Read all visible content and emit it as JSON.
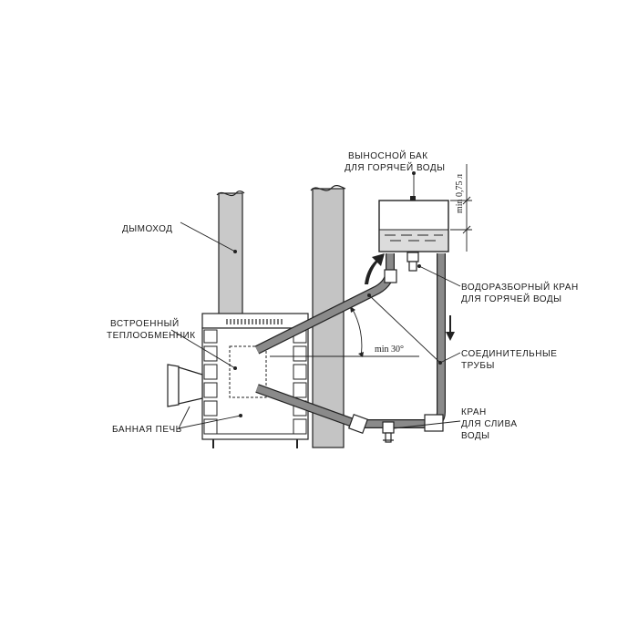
{
  "labels": {
    "tank": [
      "ВЫНОСНОЙ БАК",
      "ДЛЯ ГОРЯЧЕЙ ВОДЫ"
    ],
    "min_level": "min 0,75 л",
    "chimney": "ДЫМОХОД",
    "hot_tap": [
      "ВОДОРАЗБОРНЫЙ КРАН",
      "ДЛЯ ГОРЯЧЕЙ ВОДЫ"
    ],
    "heat_exchanger": [
      "ВСТРОЕННЫЙ",
      "ТЕПЛООБМЕННИК"
    ],
    "min_angle": "min 30°",
    "pipes": [
      "СОЕДИНИТЕЛЬНЫЕ",
      "ТРУБЫ"
    ],
    "stove": "БАННАЯ ПЕЧЬ",
    "drain_tap": [
      "КРАН",
      "ДЛЯ СЛИВА",
      "ВОДЫ"
    ]
  },
  "colors": {
    "line": "#222222",
    "pipe_fill": "#8a8a8a",
    "chimney_fill": "#c9c9c9",
    "wall_fill": "#c4c4c4",
    "water_fill": "#dcdcdc"
  }
}
